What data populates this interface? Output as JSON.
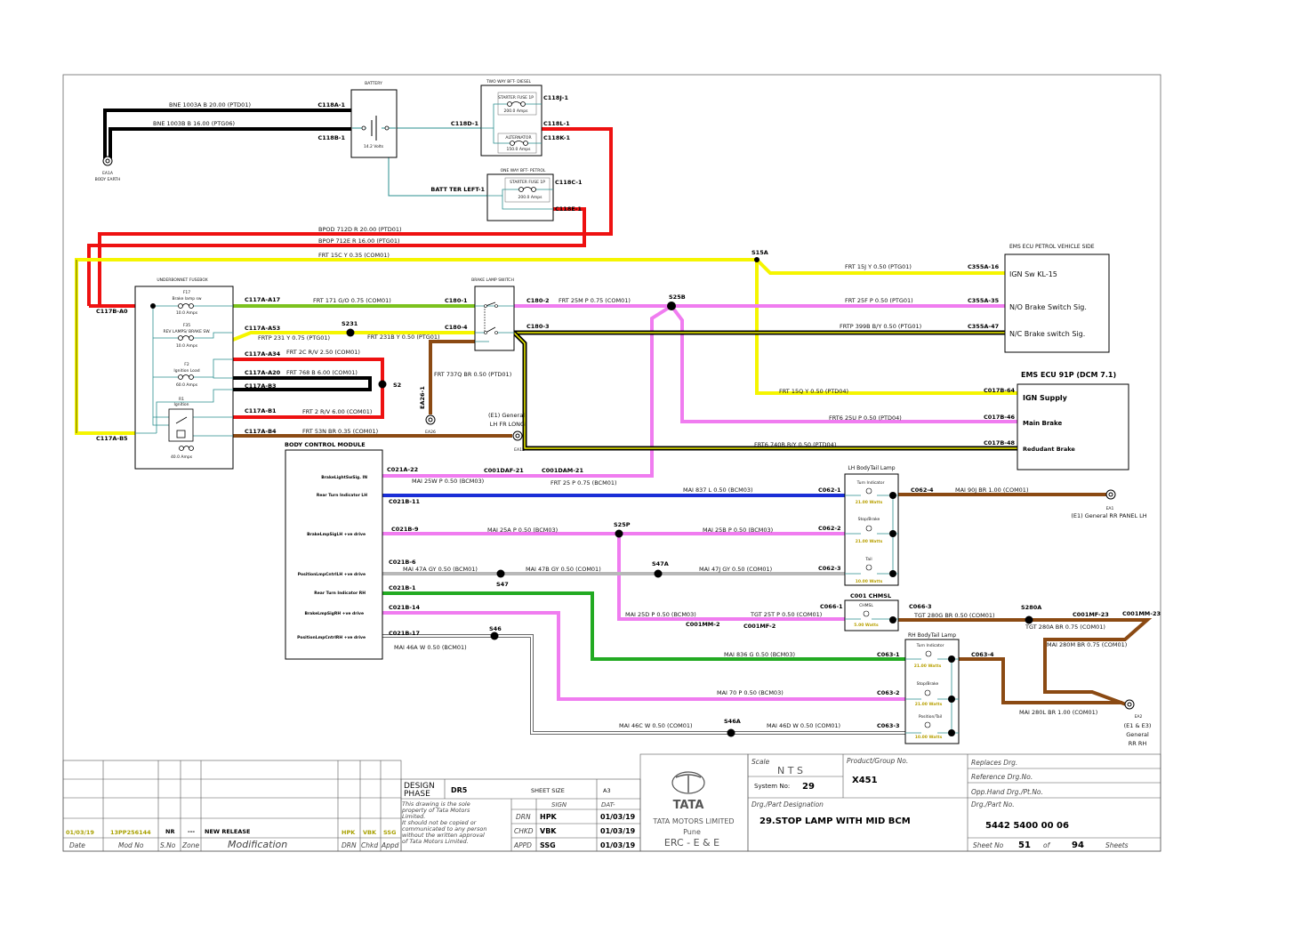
{
  "ground_points": {
    "ea1a": [
      "EA1A",
      "BODY EARTH"
    ],
    "ea26": "EA26",
    "ea12": [
      "(E1) General",
      "LH FR LONGI",
      "EA12"
    ],
    "ea1": [
      "EA1",
      "(E1) General RR PANEL LH"
    ],
    "ea2": [
      "EA2",
      "(E1 & E3)",
      "General",
      "RR RH"
    ]
  },
  "components": {
    "battery": {
      "title": "BATTERY",
      "voltage": "14.2 Volts"
    },
    "bft_diesel": {
      "title": "TWO WAY BFT- DIESEL",
      "fuse1": "STARTER FUSE 1P",
      "fuse1_amps": "200.0 Amps",
      "fuse2": "ALTERNATOR",
      "fuse2_amps": "150.0 Amps"
    },
    "bft_petrol": {
      "title": "ONE WAY BFT- PETROL",
      "fuse1": "STARTER FUSE 1P",
      "fuse1_amps": "200.0 Amps"
    },
    "fusebox": {
      "title": "UNDERBONNET FUSEBOX",
      "f17": "F17",
      "f17_desc": "Brake lamp sw",
      "f17_amps": "10.0 Amps",
      "f35": "F35",
      "f35_desc": "REV LAMPS/ BRAKE SW.",
      "f35_amps": "10.0 Amps",
      "f2": "F2",
      "f2_desc": "Ignition Load",
      "f2_amps": "60.0 Amps",
      "r1": "R1",
      "r1_desc": "Ignition",
      "r1_amps": "40.0 Amps"
    },
    "brake_switch": {
      "title": "BRAKE LAMP SWITCH"
    },
    "ems_petrol": {
      "title": "EMS ECU PETROL VEHICLE SIDE",
      "pins": [
        "IGN Sw KL-15",
        "N/O Brake Switch Sig.",
        "N/C Brake switch Sig."
      ]
    },
    "ems_diesel": {
      "title": "EMS ECU 91P (DCM 7.1)",
      "pins": [
        "IGN Supply",
        "Main Brake",
        "Redudant Brake"
      ]
    },
    "bcm": {
      "title": "BODY CONTROL MODULE",
      "pins": [
        "BrakeLightSwSig. IN",
        "Rear Turn Indicator LH",
        "BrakeLmpSigLH +ve drive",
        "PositionLmpCntrlLH +ve drive",
        "Rear Turn Indicator RH",
        "BrakeLmpSigRH +ve drive",
        "PositionLmpCntrlRH +ve drive"
      ]
    },
    "lh_tail": {
      "title": "LH BodyTail Lamp",
      "lamps": [
        "Turn Indicator",
        "Stop/Brake",
        "Tail"
      ],
      "watts": [
        "21.00 Watts",
        "21.00 Watts",
        "10.00 Watts"
      ]
    },
    "chmsl": {
      "title": "C001 CHMSL",
      "lamp": "CHMSL",
      "watts": "5.00 Watts"
    },
    "rh_tail": {
      "title": "RH BodyTail Lamp",
      "lamps": [
        "Turn Indicator",
        "Stop/Brake",
        "Position/Tail"
      ],
      "watts": [
        "21.00 Watts",
        "21.00 Watts",
        "10.00 Watts"
      ]
    }
  },
  "connectors": {
    "c118a1": "C118A-1",
    "c118b1": "C118B-1",
    "c118d1": "C118D-1",
    "c118j1": "C118J-1",
    "c118l1": "C118L-1",
    "c118k1": "C118K-1",
    "battleft1": "BATT TER LEFT-1",
    "c118c1": "C118C-1",
    "c118e1": "C118E-1",
    "c117ba0": "C117B-A0",
    "c117ab5": "C117A-B5",
    "c117aa17": "C117A-A17",
    "c117aa53": "C117A-A53",
    "c117aa34": "C117A-A34",
    "c117aa20": "C117A-A20",
    "c117ab3": "C117A-B3",
    "c117ab1": "C117A-B1",
    "c117ab4": "C117A-B4",
    "c180_1": "C180-1",
    "c180_2": "C180-2",
    "c180_3": "C180-3",
    "c180_4": "C180-4",
    "s15a": "S15A",
    "s25b": "S25B",
    "s231": "S231",
    "s2": "S2",
    "ea26_1": "EA26-1",
    "c355a16": "C355A-16",
    "c355a35": "C355A-35",
    "c355a47": "C355A-47",
    "c017b64": "C017B-64",
    "c017b46": "C017B-46",
    "c017b48": "C017B-48",
    "c021a22": "C021A-22",
    "c001daf21": "C001DAF-21",
    "c001dam21": "C001DAM-21",
    "c021b11": "C021B-11",
    "c021b9": "C021B-9",
    "c021b6": "C021B-6",
    "c021b1": "C021B-1",
    "c021b14": "C021B-14",
    "c021b17": "C021B-17",
    "s25p": "S25P",
    "s47a": "S47A",
    "s47": "S47",
    "s46": "S46",
    "s46a": "S46A",
    "c062_1": "C062-1",
    "c062_2": "C062-2",
    "c062_3": "C062-3",
    "c062_4": "C062-4",
    "c066_1": "C066-1",
    "c066_3": "C066-3",
    "c001mm2": "C001MM-2",
    "c001mf2": "C001MF-2",
    "s280a": "S280A",
    "c001mf23": "C001MF-23",
    "c001mm23": "C001MM-23",
    "c063_1": "C063-1",
    "c063_2": "C063-2",
    "c063_3": "C063-3",
    "c063_4": "C063-4"
  },
  "wires": {
    "w1": "BNE  1003A  B  20.00  (PTD01)",
    "w2": "BNE  1003B  B  16.00  (PTG06)",
    "w3": "BPOD  712D  R  20.00  (PTD01)",
    "w4": "BPOP  712E  R  16.00  (PTG01)",
    "w5": "FRT  15C  Y  0.35  (COM01)",
    "w6": "FRT  15J  Y  0.50  (PTG01)",
    "w7": "FRT  171  G/O  0.75  (COM01)",
    "w8": "FRT  25M  P  0.75  (COM01)",
    "w9": "FRT  25F  P  0.50  (PTG01)",
    "w10": "FRTP  399B  B/Y  0.50  (PTG01)",
    "w11": "FRTP  231  Y  0.75  (PTG01)",
    "w12": "FRT  231B  Y  0.50  (PTG01)",
    "w13": "FRT  2C  R/V  2.50  (COM01)",
    "w14": "FRT  768  B  6.00  (COM01)",
    "w15": "FRT  737Q  BR  0.50  (PTD01)",
    "w16": "FRT  2  R/V  6.00  (COM01)",
    "w17": "FRT  53N  BR  0.35  (COM01)",
    "w18": "FRT  15Q  Y  0.50  (PTD04)",
    "w19": "FRT6  25U  P  0.50  (PTD04)",
    "w20": "FRT6  740B  B/Y  0.50  (PTD04)",
    "w21": "MAI  25W  P  0.50  (BCM03)",
    "w22": "FRT  25  P  0.75  (BCM01)",
    "w23": "MAI  837  L  0.50  (BCM03)",
    "w24": "MAI  90J  BR  1.00  (COM01)",
    "w25": "MAI  25A  P  0.50  (BCM03)",
    "w26": "MAI  25B  P  0.50  (BCM03)",
    "w27": "MAI  47A  GY  0.50  (BCM01)",
    "w28": "MAI  47B  GY  0.50  (COM01)",
    "w29": "MAI  47J  GY  0.50  (COM01)",
    "w30": "MAI  25D  P  0.50  (BCM03)",
    "w31": "TGT  25T  P  0.50  (COM01)",
    "w32": "TGT  280G  BR  0.50  (COM01)",
    "w33": "TGT  280A  BR  0.75  (COM01)",
    "w34": "MAI  280M  BR  0.75  (COM01)",
    "w35": "MAI  46A  W  0.50  (BCM01)",
    "w36": "MAI  836  G  0.50  (BCM03)",
    "w37": "MAI  70  P  0.50  (BCM03)",
    "w38": "MAI  280L  BR  1.00  (COM01)",
    "w39": "MAI  46C  W  0.50  (COM01)",
    "w40": "MAI  46D  W  0.50  (COM01)"
  },
  "wire_colors": {
    "black": "#000000",
    "red": "#ee1111",
    "yellow": "#f5f500",
    "green": "#22aa22",
    "pink": "#f07cf0",
    "brown": "#8b4a13",
    "blue": "#1a2ed6",
    "grey": "#b8b8b8",
    "teal": "#2a8f8f",
    "white_wire": "#ffffff"
  },
  "title_block": {
    "rev": {
      "date": "01/03/19",
      "mod_no": "13PP256144",
      "sno": "NR",
      "zone": "---",
      "modification": "NEW RELEASE",
      "drn": "HPK",
      "chkd": "VBK",
      "appd": "SSG"
    },
    "rev_headers": [
      "Date",
      "Mod No",
      "S.No",
      "Zone",
      "Modification",
      "DRN",
      "Chkd",
      "Appd"
    ],
    "design_phase_label": [
      "DESIGN",
      "PHASE"
    ],
    "design_phase": "DR5",
    "sheet_size_label": "SHEET SIZE",
    "sheet_size": "A3",
    "sign_label": "SIGN",
    "dat_label": "DAT-",
    "property_note": [
      "This drawing is the sole",
      "property of Tata Motors",
      "Limited.",
      "It should not be copied or",
      "communicated to any person",
      "without the written approval",
      "of Tata Motors Limited."
    ],
    "signs": [
      {
        "role": "DRN",
        "name": "HPK",
        "date": "01/03/19"
      },
      {
        "role": "CHKD",
        "name": "VBK",
        "date": "01/03/19"
      },
      {
        "role": "APPD",
        "name": "SSG",
        "date": "01/03/19"
      }
    ],
    "brand": "TATA",
    "company": "TATA MOTORS LIMITED",
    "city": "Pune",
    "dept": "ERC - E & E",
    "scale_label": "Scale",
    "scale": "N T S",
    "system_label": "System No:",
    "system_no": "29",
    "product_label": "Product/Group No.",
    "product": "X451",
    "designation_label": "Drg./Part Designation",
    "designation": "29.STOP LAMP WITH MID BCM",
    "replaces_label": "Replaces Drg.",
    "reference_label": "Reference Drg.No.",
    "opp_label": "Opp.Hand Drg./Pt.No.",
    "drg_part_label": "Drg./Part No.",
    "drg_no": "5442 5400 00 06",
    "sheet_no_label": "Sheet No",
    "sheet_no": "51",
    "of_label": "of",
    "total_sheets": "94",
    "sheets_label": "Sheets"
  }
}
